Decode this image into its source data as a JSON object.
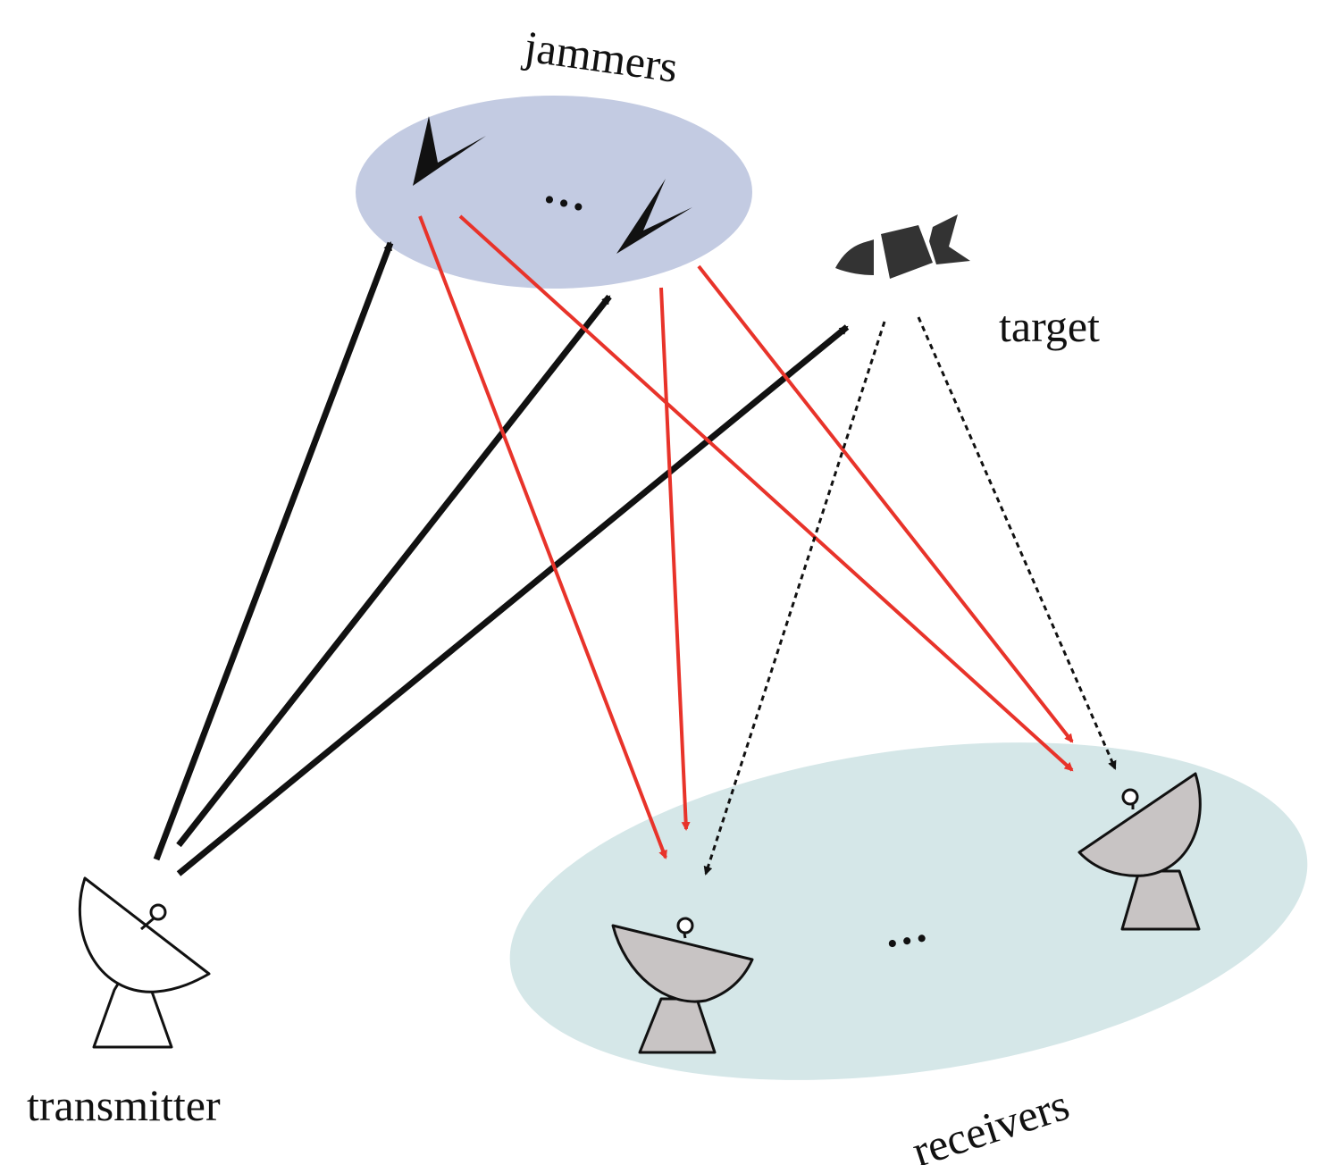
{
  "labels": {
    "jammers": "jammers",
    "target": "target",
    "transmitter": "transmitter",
    "receivers": "receivers",
    "jammers_ellipsis": "···",
    "receivers_ellipsis": "···"
  },
  "colors": {
    "jammer_region": "#c3cbe2",
    "receiver_region": "#d5e7e8",
    "illumination_arrow": "#111111",
    "jamming_arrow": "#e8332a",
    "echo_arrow": "#111111",
    "receiver_dish_fill": "#c8c4c4",
    "transmitter_dish_fill": "#ffffff",
    "aircraft": "#111111",
    "target_body": "#333333"
  },
  "icons": {
    "jammer": "jammer-aircraft-icon",
    "target": "missile-icon",
    "transmitter": "radar-dish-icon",
    "receiver": "radar-dish-icon"
  }
}
